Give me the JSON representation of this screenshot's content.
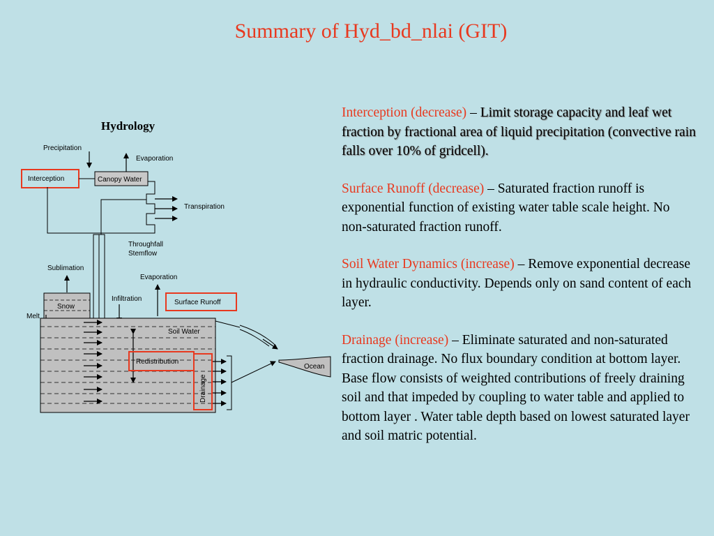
{
  "title": "Summary of Hyd_bd_nlai (GIT)",
  "diagram": {
    "title": "Hydrology",
    "labels": {
      "precipitation": "Precipitation",
      "evaporation_top": "Evaporation",
      "interception": "Interception",
      "canopy_water": "Canopy Water",
      "transpiration": "Transpiration",
      "throughfall": "Throughfall",
      "stemflow": "Stemflow",
      "sublimation": "Sublimation",
      "evaporation_soil": "Evaporation",
      "infiltration": "Infiltration",
      "surface_runoff": "Surface Runoff",
      "snow": "Snow",
      "melt": "Melt",
      "soil_water": "Soil Water",
      "redistribution": "Redistribution",
      "drainage": "Drainage",
      "ocean": "Ocean"
    },
    "colors": {
      "highlight_box": "#e8391f",
      "soil_fill": "#c0c0c0",
      "canopy_fill": "#c8c8c8"
    }
  },
  "paragraphs": [
    {
      "heading": "Interception (decrease)",
      "dash": " – ",
      "body": "Limit storage capacity and leaf wet fraction by fractional area of liquid precipitation (convective rain falls over 10% of gridcell)."
    },
    {
      "heading": "Surface Runoff (decrease)",
      "dash": " – ",
      "body": "Saturated fraction runoff is exponential function of existing water table scale height. No non-saturated fraction runoff."
    },
    {
      "heading": "Soil Water Dynamics (increase)",
      "dash": " – ",
      "body": "Remove exponential decrease in hydraulic conductivity. Depends only on sand content of each layer."
    },
    {
      "heading": "Drainage (increase)",
      "dash": " – ",
      "body": "Eliminate saturated and non-saturated fraction drainage.  No flux boundary condition at bottom layer. Base flow consists of weighted contributions of freely draining soil and that impeded by coupling to water table and applied to bottom layer . Water table depth based on lowest saturated layer and soil matric potential."
    }
  ],
  "accent_color": "#e8391f"
}
